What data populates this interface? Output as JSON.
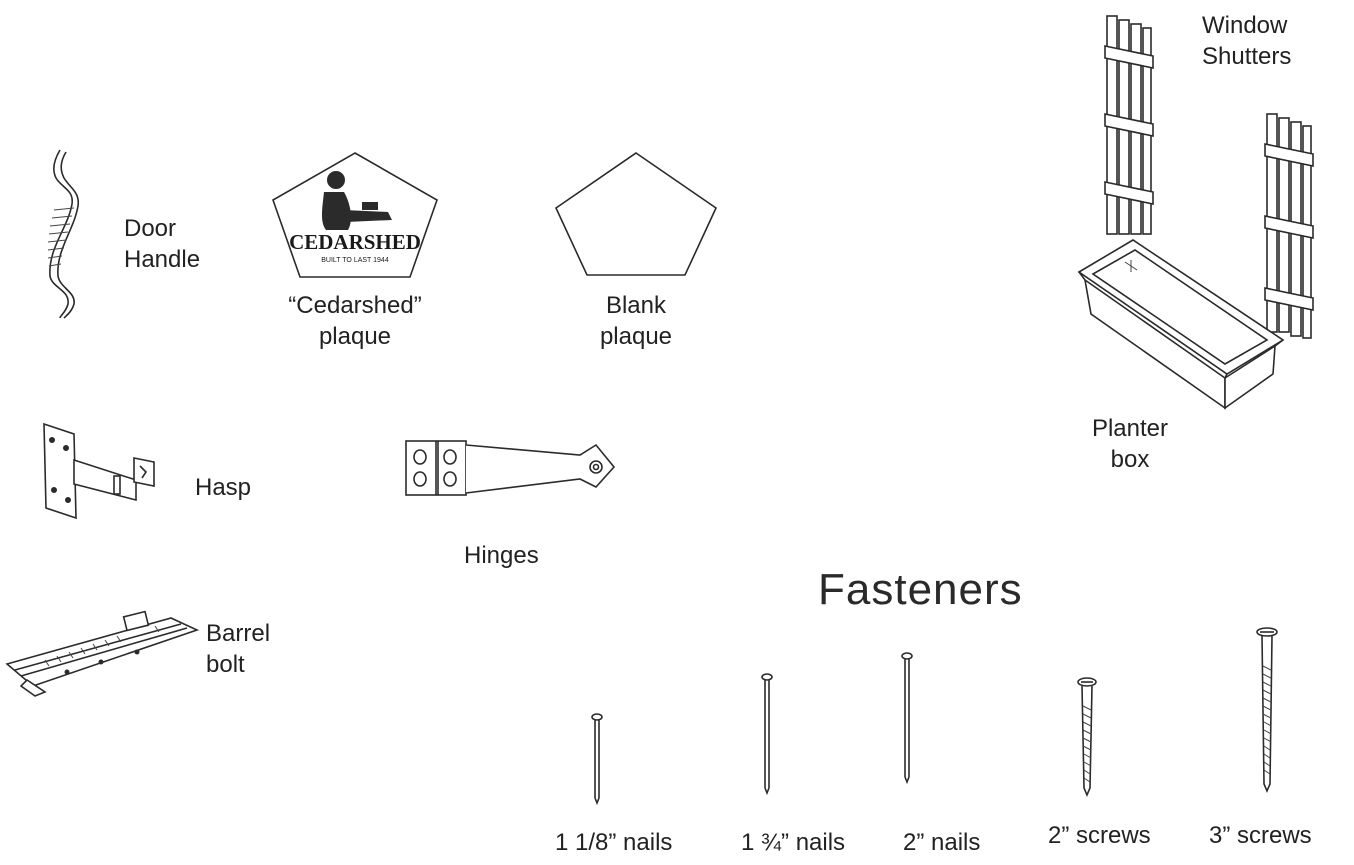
{
  "parts": {
    "window_shutters": {
      "line1": "Window",
      "line2": "Shutters"
    },
    "door_handle": {
      "line1": "Door",
      "line2": "Handle"
    },
    "cedarshed_plaque": {
      "line1": "“Cedarshed”",
      "line2": "plaque",
      "logo_text": "CEDARSHED",
      "logo_subtext": "BUILT TO LAST 1944"
    },
    "blank_plaque": {
      "line1": "Blank",
      "line2": "plaque"
    },
    "planter_box": {
      "line1": "Planter",
      "line2": "box"
    },
    "hasp": {
      "label": "Hasp"
    },
    "hinges": {
      "label": "Hinges"
    },
    "barrel_bolt": {
      "line1": "Barrel",
      "line2": "bolt"
    }
  },
  "fasteners": {
    "title": "Fasteners",
    "items": [
      {
        "label": "1 1/8” nails"
      },
      {
        "label": "1 ¾” nails"
      },
      {
        "label": "2” nails"
      },
      {
        "label": "2” screws"
      },
      {
        "label": "3” screws"
      }
    ]
  }
}
